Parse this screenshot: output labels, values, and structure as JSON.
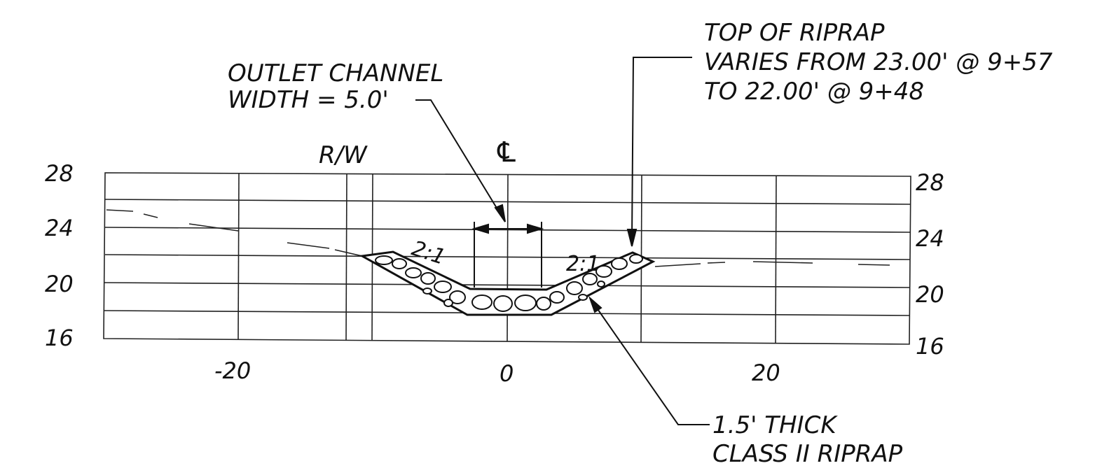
{
  "callouts": {
    "outlet_channel": [
      "OUTLET CHANNEL",
      "WIDTH = 5.0'"
    ],
    "top_of_riprap": [
      "TOP OF RIPRAP",
      "VARIES FROM 23.00' @ 9+57",
      "TO 22.00' @ 9+48"
    ],
    "riprap": [
      "1.5' THICK",
      "CLASS II RIPRAP"
    ]
  },
  "labels": {
    "right_of_way": "R/W",
    "centerline": "℄",
    "slope_left": "2:1",
    "slope_right": "2:1"
  },
  "axes": {
    "y_left": [
      "28",
      "24",
      "20",
      "16"
    ],
    "y_right": [
      "28",
      "24",
      "20",
      "16"
    ],
    "x": [
      "-20",
      "0",
      "20"
    ]
  }
}
